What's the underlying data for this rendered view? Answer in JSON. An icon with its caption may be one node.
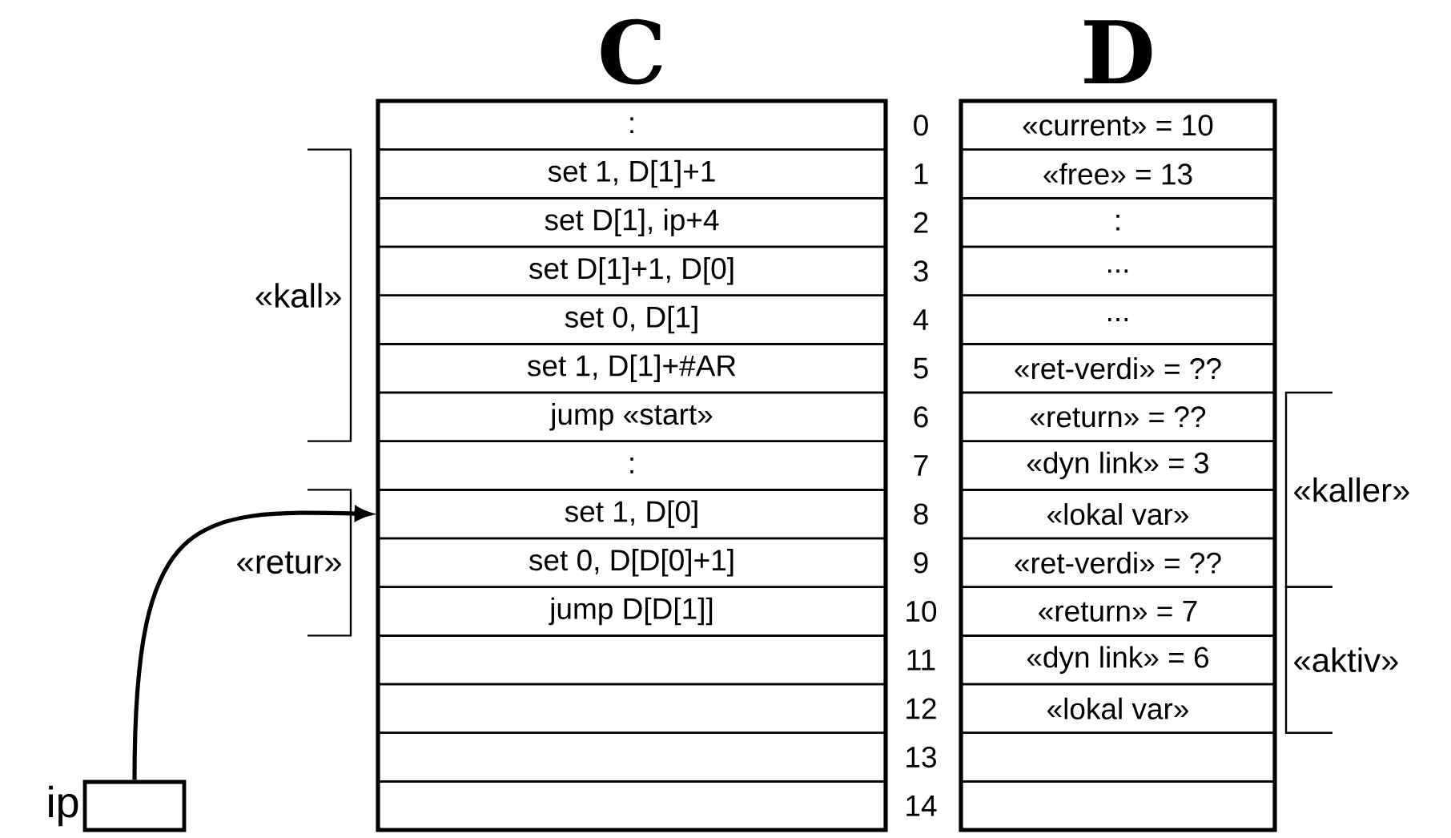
{
  "diagram": {
    "nodes": [
      {
        "text": [
          "C"
        ]
      },
      {
        "text": [
          ":"
        ],
        "in": 0
      },
      {
        "text": [
          "set 1, D[1]+1"
        ],
        "in": 0
      },
      {
        "text": [
          "set D[1], ip+4"
        ],
        "in": 0
      },
      {
        "text": [
          "set D[1]+1, D[0]"
        ],
        "in": 0
      },
      {
        "text": [
          "set 0, D[1]"
        ],
        "in": 0
      },
      {
        "text": [
          "set 1, D[1]+#AR"
        ],
        "in": 0
      },
      {
        "text": [
          "jump «start»"
        ],
        "in": 0
      },
      {
        "text": [
          ":"
        ],
        "in": 0
      },
      {
        "text": [
          "set 1, D[0]"
        ],
        "in": 0
      },
      {
        "text": [
          "set 0, D[D[0]+1]"
        ],
        "in": 0
      },
      {
        "text": [
          "jump D[D[1]]"
        ],
        "in": 0
      },
      {
        "text": [],
        "shape": "box",
        "in": 0
      },
      {
        "text": [],
        "shape": "box",
        "in": 0
      },
      {
        "text": [],
        "shape": "box",
        "in": 0
      },
      {
        "text": [],
        "shape": "box",
        "in": 0
      },
      {
        "text": [
          "D"
        ]
      },
      {
        "text": [
          "«current» = 10"
        ],
        "in": 16
      },
      {
        "text": [
          "«free» = 13"
        ],
        "in": 16
      },
      {
        "text": [
          ":"
        ],
        "in": 16
      },
      {
        "text": [
          "..."
        ],
        "in": 16
      },
      {
        "text": [
          "..."
        ],
        "in": 16
      },
      {
        "text": [
          "«ret-verdi» = ??"
        ],
        "in": 16
      },
      {
        "text": [
          "«return» = ??"
        ],
        "in": 16
      },
      {
        "text": [
          "«dyn link» = 3"
        ],
        "in": 16
      },
      {
        "text": [
          "«lokal var»"
        ],
        "in": 16
      },
      {
        "text": [
          "«ret-verdi» = ??"
        ],
        "in": 16
      },
      {
        "text": [
          "«return» = 7"
        ],
        "in": 16
      },
      {
        "text": [
          "«dyn link» = 6"
        ],
        "in": 16
      },
      {
        "text": [
          "«lokal var»"
        ],
        "in": 16
      },
      {
        "text": [],
        "shape": "box",
        "in": 16
      },
      {
        "text": [],
        "shape": "box",
        "in": 16
      },
      {
        "text": [],
        "shape": "box",
        "beside": [
          "ip"
        ]
      }
    ],
    "edges": [
      {
        "from": 32,
        "to": 9,
        "arrow": "to"
      }
    ],
    "labels": [
      "0",
      "1",
      "2",
      "3",
      "4",
      "5",
      "6",
      "7",
      "8",
      "9",
      "10",
      "11",
      "12",
      "13",
      "14",
      "«kall»",
      "«retur»",
      "«kaller»",
      "«aktiv»"
    ]
  }
}
